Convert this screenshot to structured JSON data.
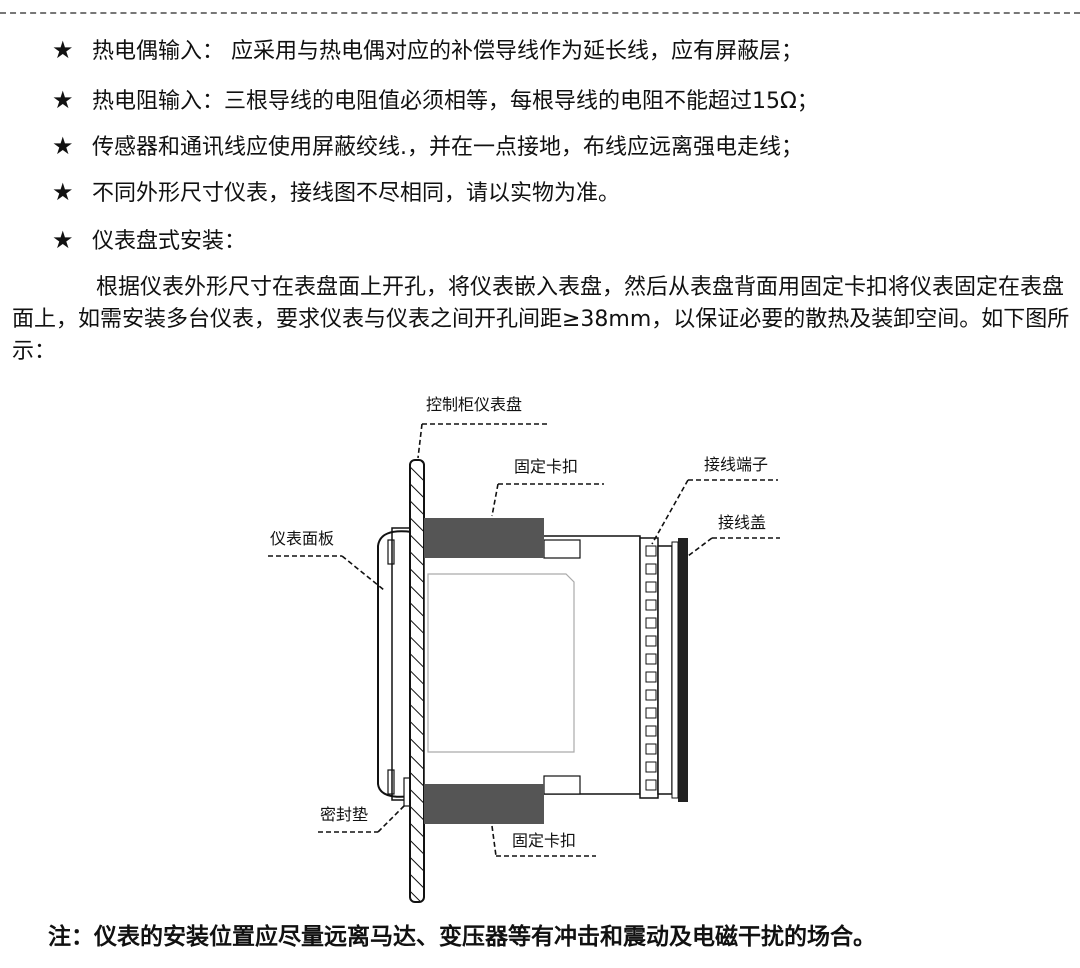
{
  "bullets": [
    {
      "star": "★",
      "text": "热电偶输入： 应采用与热电偶对应的补偿导线作为延长线，应有屏蔽层；"
    },
    {
      "star": "★",
      "text": "热电阻输入：三根导线的电阻值必须相等，每根导线的电阻不能超过15Ω；"
    },
    {
      "star": "★",
      "text": "传感器和通讯线应使用屏蔽绞线.，并在一点接地，布线应远离强电走线；"
    },
    {
      "star": "★",
      "text": "不同外形尺寸仪表，接线图不尽相同，请以实物为准。"
    },
    {
      "star": "★",
      "text": "仪表盘式安装："
    }
  ],
  "paragraph": "根据仪表外形尺寸在表盘面上开孔，将仪表嵌入表盘，然后从表盘背面用固定卡扣将仪表固定在表盘面上，如需安装多台仪表，要求仪表与仪表之间开孔间距≥38mm，以保证必要的散热及装卸空间。如下图所示：",
  "diagram": {
    "labels": {
      "control_panel": "控制柜仪表盘",
      "clip_top": "固定卡扣",
      "terminal": "接线端子",
      "instrument_panel": "仪表面板",
      "cover": "接线盖",
      "gasket": "密封垫",
      "clip_bottom": "固定卡扣"
    }
  },
  "note": "注：仪表的安装位置应尽量远离马达、变压器等有冲击和震动及电磁干扰的场合。",
  "colors": {
    "text": "#111111",
    "clip": "#555555",
    "rule": "#777777"
  }
}
